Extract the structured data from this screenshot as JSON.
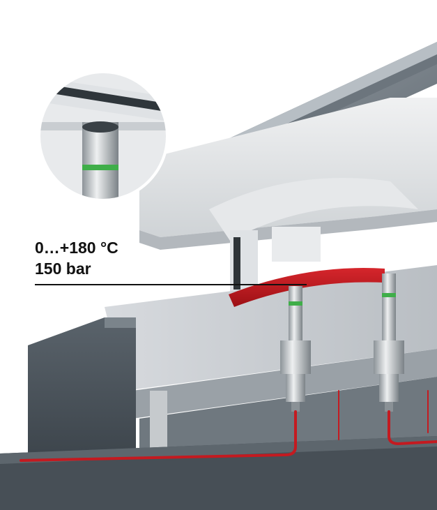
{
  "labels": {
    "temperature_range": "0…+180 °C",
    "pressure": "150 bar"
  },
  "colors": {
    "background": "#ffffff",
    "machine_dark": "#4a535b",
    "machine_light": "#dcdfe2",
    "workpiece_red": "#c3161c",
    "cable_red": "#c41a20",
    "indicator_green": "#3fae49",
    "text": "#111111"
  },
  "icons": {
    "detail_inset": "magnified-sensor-detail"
  }
}
